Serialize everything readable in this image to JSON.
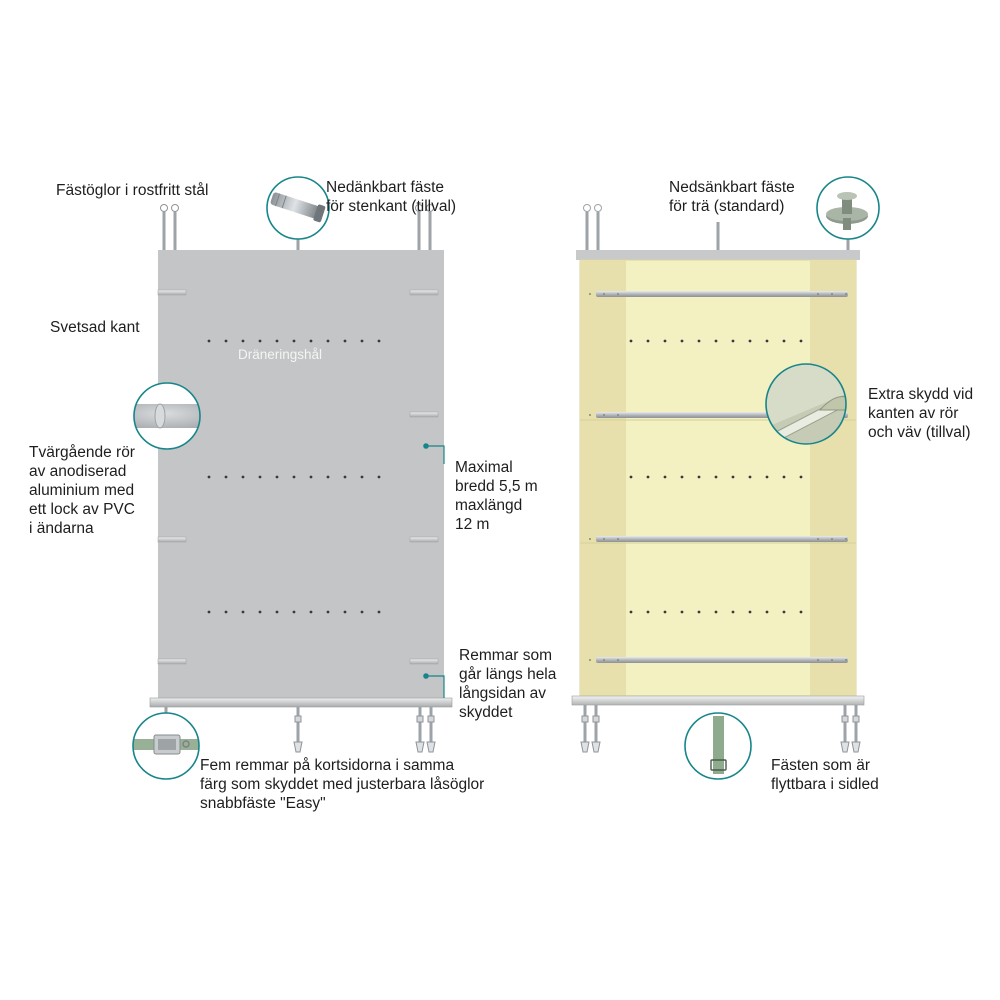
{
  "labels": {
    "eyelets": "Fästöglor i rostfritt stål",
    "stone_anchor": [
      "Nedänkbart fäste",
      "för stenkant (tillval)"
    ],
    "wood_anchor": [
      "Nedsänkbart fäste",
      "för trä (standard)"
    ],
    "welded_edge": "Svetsad kant",
    "drain_holes": "Dräneringshål",
    "tubes": [
      "Tvärgående rör",
      "av anodiserad",
      "aluminium med",
      "ett lock av PVC",
      "i ändarna"
    ],
    "dimensions": [
      "Maximal",
      "bredd 5,5 m",
      "maxlängd",
      "12 m"
    ],
    "side_straps": [
      "Remmar som",
      "går längs hela",
      "långsidan av",
      "skyddet"
    ],
    "short_straps": [
      "Fem remmar på kortsidorna i samma",
      "färg som skyddet med justerbara låsöglor",
      "snabbfäste \"Easy\""
    ],
    "extra_protection": [
      "Extra skydd vid",
      "kanten av rör",
      "och väv (tillval)"
    ],
    "movable_anchors": [
      "Fästen som är",
      "flyttbara i sidled"
    ]
  },
  "colors": {
    "grey_cover": "#c4c5c6",
    "beige_cover": "#f3f0c2",
    "beige_band": "#e7e0ad",
    "callout_teal": "#17858a",
    "tube_metal": "#b9bcbf",
    "strap_green": "#8aa78c"
  },
  "icons": [
    "stone-anchor-icon",
    "wood-anchor-icon",
    "pipe-cap-icon",
    "edge-protection-icon",
    "strap-buckle-icon",
    "strap-icon"
  ]
}
